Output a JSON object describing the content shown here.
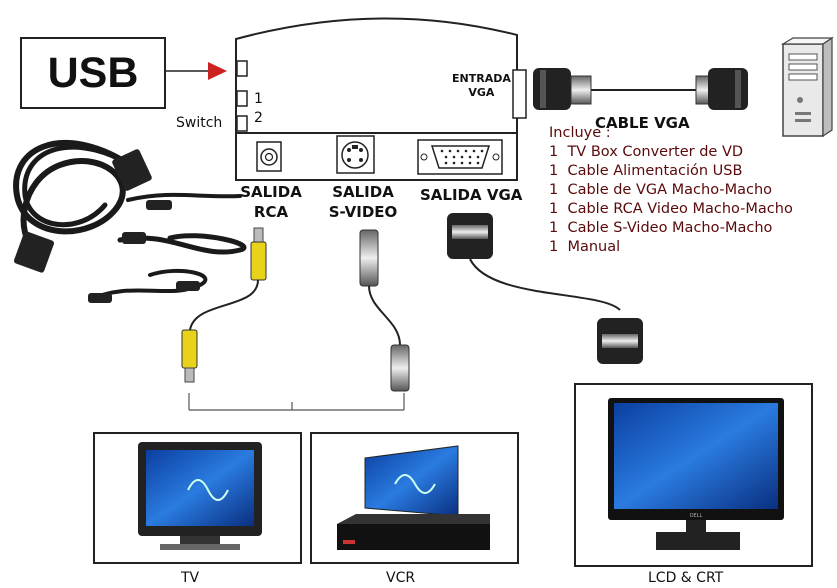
{
  "usb_label": "USB",
  "switch_label": "Switch",
  "switch_pos1": "1",
  "switch_pos2": "2",
  "entrada_vga": [
    "ENTRADA",
    "VGA"
  ],
  "cable_vga": "CABLE VGA",
  "salida_rca": [
    "SALIDA",
    "RCA"
  ],
  "salida_svideo": [
    "SALIDA",
    "S-VIDEO"
  ],
  "salida_vga": "SALIDA VGA",
  "includes": {
    "title": "Incluye :",
    "items": [
      {
        "qty": "1",
        "text": "TV Box Converter de VD"
      },
      {
        "qty": "1",
        "text": "Cable Alimentación USB"
      },
      {
        "qty": "1",
        "text": "Cable de VGA Macho-Macho"
      },
      {
        "qty": "1",
        "text": "Cable RCA Video Macho-Macho"
      },
      {
        "qty": "1",
        "text": "Cable S-Video Macho-Macho"
      },
      {
        "qty": "1",
        "text": "Manual"
      }
    ]
  },
  "devices": {
    "tv": "TV",
    "vcr": "VCR",
    "lcd": "LCD & CRT",
    "monitor_brand": "DELL"
  },
  "colors": {
    "arrow": "#cc2222",
    "includes_text": "#5a0a0a",
    "rca_yellow": "#e8d21a",
    "screen_blue": "#1d63c8"
  }
}
